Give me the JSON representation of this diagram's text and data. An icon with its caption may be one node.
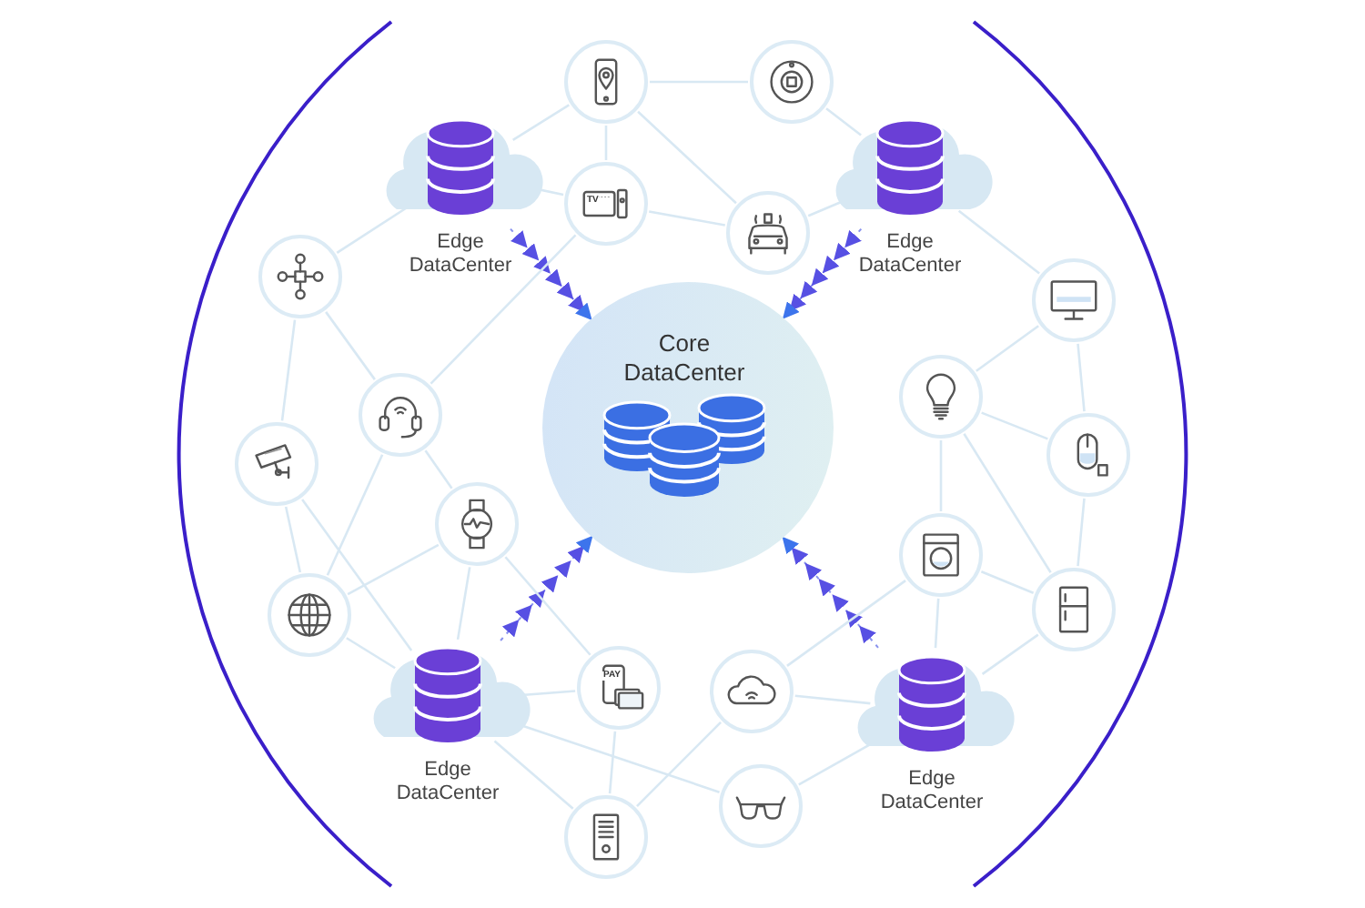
{
  "diagram": {
    "nodes": [
      {
        "text": [
          "Core DataCenter"
        ]
      },
      {
        "text": [
          "Edge DataCenter"
        ]
      },
      {
        "text": [
          "Edge DataCenter"
        ]
      },
      {
        "text": [
          "Edge DataCenter"
        ]
      },
      {
        "text": [
          "Edge DataCenter"
        ]
      },
      {
        "text": [],
        "shape": "circle"
      },
      {
        "text": [],
        "shape": "circle"
      },
      {
        "text": [],
        "shape": "circle"
      },
      {
        "text": [],
        "shape": "circle"
      },
      {
        "text": [],
        "shape": "circle"
      },
      {
        "text": [],
        "shape": "circle"
      },
      {
        "text": [],
        "shape": "circle"
      },
      {
        "text": [],
        "shape": "circle"
      },
      {
        "text": [],
        "shape": "circle"
      },
      {
        "text": [],
        "shape": "circle"
      },
      {
        "text": [],
        "shape": "circle"
      },
      {
        "text": [],
        "shape": "circle"
      },
      {
        "text": [],
        "shape": "circle"
      },
      {
        "text": [],
        "shape": "circle"
      },
      {
        "text": [],
        "shape": "circle"
      },
      {
        "text": [],
        "shape": "circle"
      },
      {
        "text": [],
        "shape": "circle"
      },
      {
        "text": [],
        "shape": "circle"
      }
    ],
    "edges": [
      {
        "from": 1,
        "to": 0,
        "arrow": "to",
        "style": "dashed"
      },
      {
        "from": 2,
        "to": 0,
        "arrow": "to",
        "style": "dashed"
      },
      {
        "from": 3,
        "to": 0,
        "arrow": "to",
        "style": "dashed"
      },
      {
        "from": 4,
        "to": 0,
        "arrow": "to",
        "style": "dashed"
      },
      {
        "from": 1,
        "to": 5,
        "arrow": "none"
      },
      {
        "from": 1,
        "to": 7,
        "arrow": "none"
      },
      {
        "from": 1,
        "to": 9,
        "arrow": "none"
      },
      {
        "from": 5,
        "to": 6,
        "arrow": "none"
      },
      {
        "from": 5,
        "to": 7,
        "arrow": "none"
      },
      {
        "from": 5,
        "to": 8,
        "arrow": "none"
      },
      {
        "from": 6,
        "to": 2,
        "arrow": "none"
      },
      {
        "from": 7,
        "to": 8,
        "arrow": "none"
      },
      {
        "from": 8,
        "to": 2,
        "arrow": "none"
      },
      {
        "from": 7,
        "to": 11,
        "arrow": "none"
      },
      {
        "from": 2,
        "to": 10,
        "arrow": "none"
      },
      {
        "from": 10,
        "to": 12,
        "arrow": "none"
      },
      {
        "from": 10,
        "to": 14,
        "arrow": "none"
      },
      {
        "from": 12,
        "to": 14,
        "arrow": "none"
      },
      {
        "from": 12,
        "to": 16,
        "arrow": "none"
      },
      {
        "from": 12,
        "to": 18,
        "arrow": "none"
      },
      {
        "from": 9,
        "to": 11,
        "arrow": "none"
      },
      {
        "from": 9,
        "to": 13,
        "arrow": "none"
      },
      {
        "from": 11,
        "to": 17,
        "arrow": "none"
      },
      {
        "from": 11,
        "to": 15,
        "arrow": "none"
      },
      {
        "from": 13,
        "to": 17,
        "arrow": "none"
      },
      {
        "from": 13,
        "to": 3,
        "arrow": "none"
      },
      {
        "from": 17,
        "to": 15,
        "arrow": "none"
      },
      {
        "from": 17,
        "to": 3,
        "arrow": "none"
      },
      {
        "from": 15,
        "to": 3,
        "arrow": "none"
      },
      {
        "from": 15,
        "to": 19,
        "arrow": "none"
      },
      {
        "from": 3,
        "to": 19,
        "arrow": "none"
      },
      {
        "from": 3,
        "to": 21,
        "arrow": "none"
      },
      {
        "from": 3,
        "to": 22,
        "arrow": "none"
      },
      {
        "from": 19,
        "to": 21,
        "arrow": "none"
      },
      {
        "from": 21,
        "to": 20,
        "arrow": "none"
      },
      {
        "from": 20,
        "to": 16,
        "arrow": "none"
      },
      {
        "from": 20,
        "to": 4,
        "arrow": "none"
      },
      {
        "from": 22,
        "to": 4,
        "arrow": "none"
      },
      {
        "from": 16,
        "to": 4,
        "arrow": "none"
      },
      {
        "from": 16,
        "to": 18,
        "arrow": "none"
      },
      {
        "from": 4,
        "to": 18,
        "arrow": "none"
      },
      {
        "from": 14,
        "to": 18,
        "arrow": "none"
      }
    ],
    "labels": [
      "TV",
      "PAY"
    ]
  }
}
